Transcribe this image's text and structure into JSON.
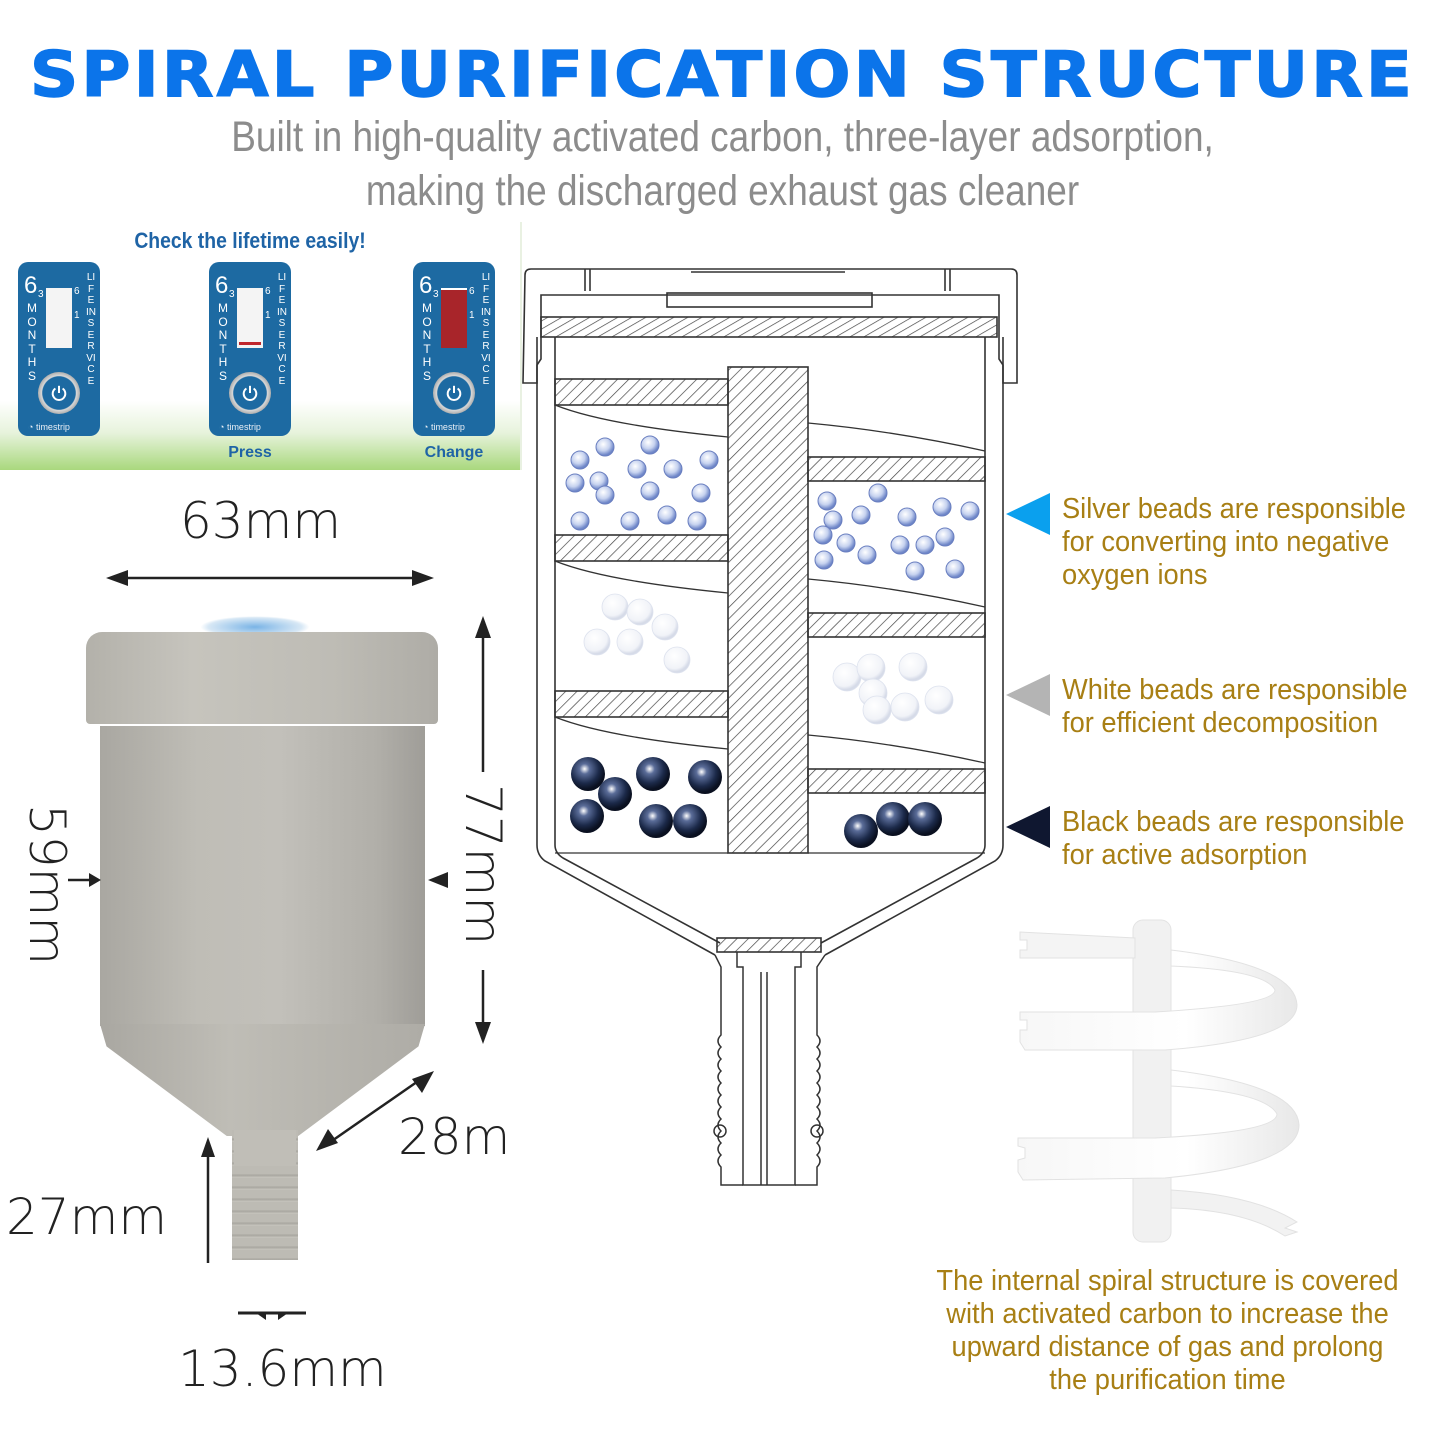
{
  "header": {
    "title": "SPIRAL PURIFICATION STRUCTURE",
    "subtitle_line1": "Built in high-quality activated carbon, three-layer adsorption,",
    "subtitle_line2": "making the discharged exhaust gas cleaner",
    "title_color": "#0b74ea",
    "subtitle_color": "#8c8c8c"
  },
  "timestrip": {
    "heading": "Check the lifetime easily!",
    "cards": [
      {
        "six": "6",
        "three": "3",
        "months": "MONTHS",
        "mark6": "6",
        "mark1": "1",
        "life": "LIFE IN SERVICE",
        "brand": "timestrip",
        "state": "unused",
        "caption": ""
      },
      {
        "six": "6",
        "three": "3",
        "months": "MONTHS",
        "mark6": "6",
        "mark1": "1",
        "life": "LIFE IN SERVICE",
        "brand": "timestrip",
        "state": "pressed",
        "caption": "Press"
      },
      {
        "six": "6",
        "three": "3",
        "months": "MONTHS",
        "mark6": "6",
        "mark1": "1",
        "life": "LIFE IN SERVICE",
        "brand": "timestrip",
        "state": "expired",
        "caption": "Change"
      }
    ],
    "card_color": "#1d6aa2",
    "expired_color": "#a8252a"
  },
  "dimensions": {
    "width_top": "63mm",
    "height_total": "77mm",
    "body_diameter": "59mm",
    "cone_length": "28m",
    "stem_length": "27mm",
    "stem_diameter": "13.6mm"
  },
  "legend": {
    "items": [
      {
        "line1": "Silver beads are responsible",
        "line2": "for converting into negative",
        "line3": "oxygen ions",
        "arrow_color": "#0aa0ee"
      },
      {
        "line1": "White beads are responsible",
        "line2": "for efficient decomposition",
        "line3": "",
        "arrow_color": "#b4b4b4"
      },
      {
        "line1": "Black beads are responsible",
        "line2": "for active adsorption",
        "line3": "",
        "arrow_color": "#0f1730"
      }
    ],
    "text_color": "#a87f14"
  },
  "spiral_caption": {
    "line1": "The internal spiral structure is covered",
    "line2": "with activated carbon to increase the",
    "line3": "upward distance of gas and prolong",
    "line4": "the purification time"
  }
}
